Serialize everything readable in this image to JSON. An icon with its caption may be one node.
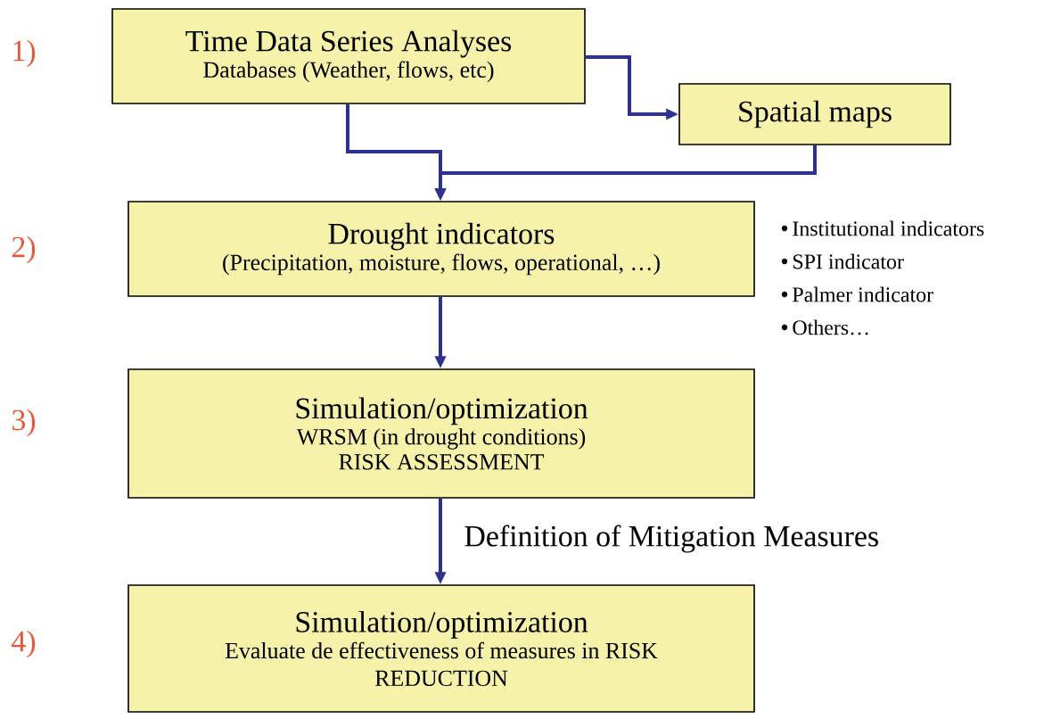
{
  "diagram": {
    "nodes": [
      {
        "text": [
          "Time Data Series Analyses",
          "Databases (Weather, flows, etc)"
        ]
      },
      {
        "text": [
          "Spatial maps"
        ]
      },
      {
        "text": [
          "Drought indicators",
          "(Precipitation, moisture, flows, operational, …)"
        ],
        "beside": [
          "Institutional indicators",
          "SPI indicator",
          "Palmer indicator",
          "Others…"
        ]
      },
      {
        "text": [
          "Simulation/optimization",
          "WRSM (in drought conditions)",
          "RISK ASSESSMENT"
        ]
      },
      {
        "text": [
          "Simulation/optimization",
          "Evaluate de effectiveness of measures in RISK REDUCTION"
        ]
      }
    ],
    "edges": [
      {
        "from": 0,
        "to": 1,
        "arrow": "to"
      },
      {
        "from": 0,
        "to": 2,
        "arrow": "to"
      },
      {
        "from": 1,
        "to": 2,
        "arrow": "to"
      },
      {
        "from": 2,
        "to": 3,
        "arrow": "to"
      },
      {
        "from": 3,
        "to": 4,
        "arrow": "to",
        "label": "Definition of Mitigation Measures"
      }
    ],
    "labels": [
      "1)",
      "2)",
      "3)",
      "4)"
    ]
  }
}
